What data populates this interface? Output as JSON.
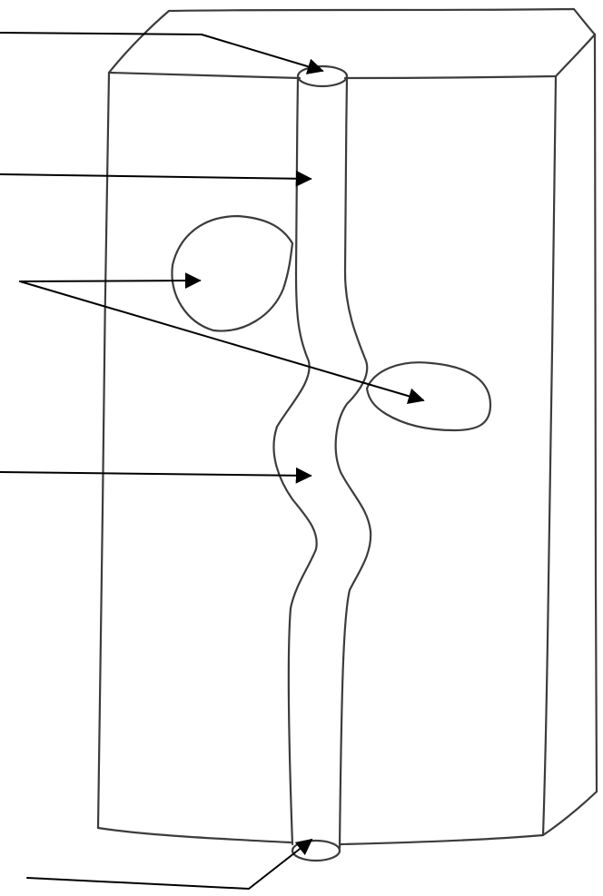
{
  "colors": {
    "background": "#ffffff",
    "sketch_stroke": "#3c3c3c",
    "arrow_stroke": "#000000"
  },
  "labels": [
    {
      "id": "label-top-opening",
      "text": ""
    },
    {
      "id": "label-channel",
      "text": ""
    },
    {
      "id": "label-bulges",
      "text": ""
    },
    {
      "id": "label-wavy-section",
      "text": ""
    },
    {
      "id": "label-bottom-opening",
      "text": ""
    }
  ]
}
